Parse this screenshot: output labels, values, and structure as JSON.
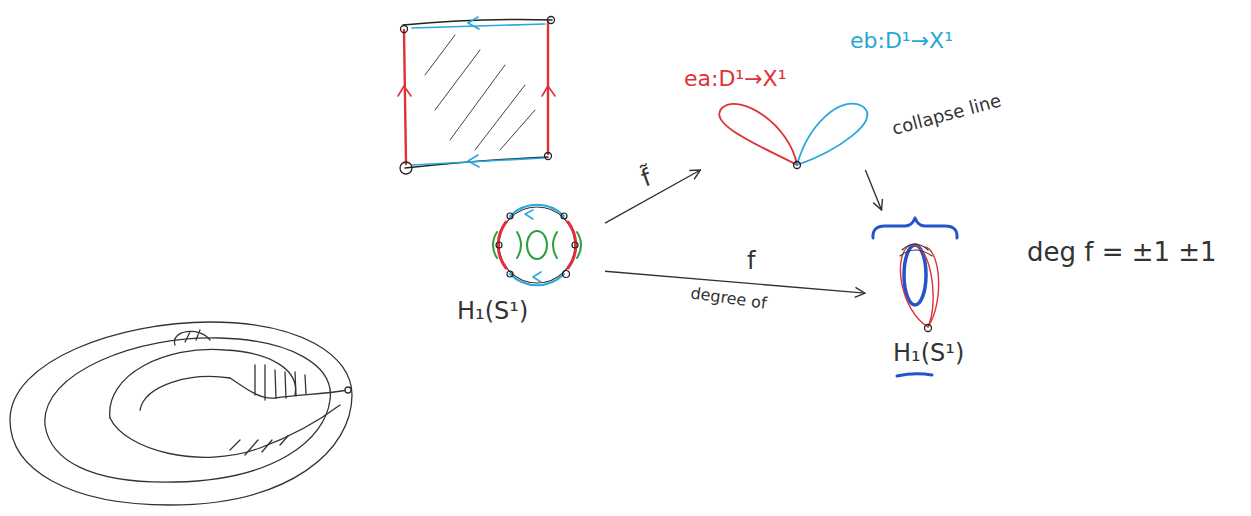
{
  "diagram": {
    "nodes": [
      {
        "text": [
          "H₁(S¹)"
        ]
      },
      {
        "text": [
          "ea:D¹→X¹",
          "eb:D¹→X¹"
        ]
      },
      {
        "text": [
          "H₁(S¹)"
        ]
      }
    ],
    "edges": [
      {
        "from": 0,
        "to": 1,
        "arrow": "to",
        "label": "f̃"
      },
      {
        "from": 0,
        "to": 2,
        "arrow": "to",
        "label": "f"
      },
      {
        "from": 1,
        "to": 2,
        "arrow": "to",
        "label": "collapse line"
      }
    ],
    "labels": [
      "degree of",
      "deg f = ±1 ±1"
    ]
  }
}
